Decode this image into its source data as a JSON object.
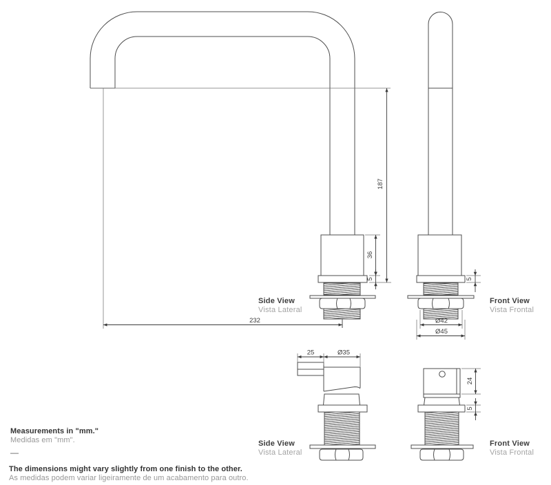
{
  "views": {
    "faucet_side": {
      "title": "Side View",
      "subtitle": "Vista Lateral"
    },
    "faucet_front": {
      "title": "Front View",
      "subtitle": "Vista Frontal"
    },
    "handle_side": {
      "title": "Side View",
      "subtitle": "Vista Lateral"
    },
    "handle_front": {
      "title": "Front View",
      "subtitle": "Vista Frontal"
    }
  },
  "dimensions": {
    "spout_reach": "232",
    "spout_height": "187",
    "body_height": "36",
    "base_flange_height_side": "5",
    "base_flange_height_front": "5",
    "thread_diameter": "Ø42",
    "flange_diameter": "Ø45",
    "handle_lever_length": "25",
    "handle_body_diameter": "Ø35",
    "handle_body_height": "24",
    "handle_flange_height": "5"
  },
  "notes": {
    "measurements_en": "Measurements in \"mm.\"",
    "measurements_pt": "Medidas em \"mm\".",
    "divider": "—",
    "disclaimer_en": "The dimensions might vary slightly from one finish to the other.",
    "disclaimer_pt": "As medidas podem variar ligeiramente de um acabamento para outro."
  },
  "colors": {
    "outline": "#4c4c4c",
    "dimension": "#3b3b3b",
    "text_dark": "#3d3d3d",
    "text_gray": "#a3a3a3",
    "background": "#ffffff"
  }
}
